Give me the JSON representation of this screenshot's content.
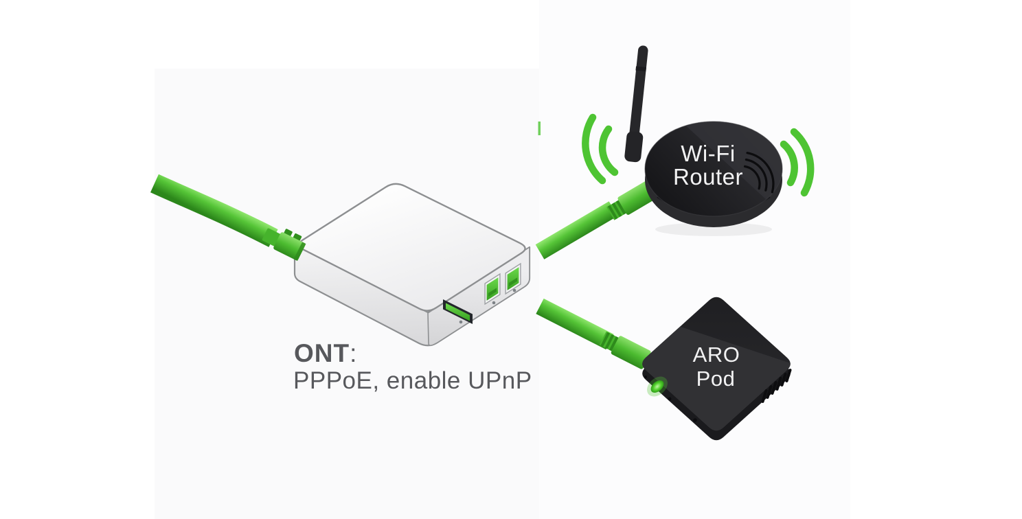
{
  "devices": {
    "ont": {
      "label": "ONT",
      "separator": ":",
      "config": "PPPoE, enable UPnP"
    },
    "wifi_router": {
      "label_line1": "Wi-Fi",
      "label_line2": "Router"
    },
    "aro_pod": {
      "label_line1": "ARO",
      "label_line2": "Pod"
    }
  },
  "colors": {
    "cable_green": "#52c235",
    "signal_green": "#4ec433",
    "led_green": "#55d32f",
    "device_black": "#232326",
    "ont_white": "#f2f2f4",
    "label_text": "#57585c",
    "device_text": "#f2f2f3",
    "background": "#ffffff"
  }
}
